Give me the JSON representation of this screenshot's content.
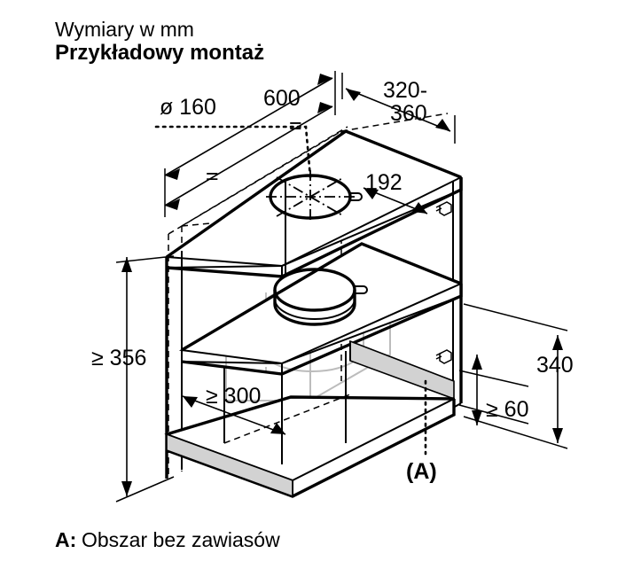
{
  "header": {
    "line1": "Wymiary w mm",
    "line2": "Przykładowy montaż"
  },
  "dimensions": {
    "diameter": "ø 160",
    "width": "600",
    "depth": "320-\n360",
    "depth_line1": "320-",
    "depth_line2": "360",
    "duct_offset": "192",
    "height_min": "≥ 356",
    "opening_min": "≥ 300",
    "bottom_height": "340",
    "gap_min": "≥ 60",
    "equal_mark_1": "=",
    "equal_mark_2": "="
  },
  "callouts": {
    "area_marker": "(A)"
  },
  "legend": {
    "key": "A:",
    "text": "Obszar bez zawiasów"
  },
  "icons": {
    "hinge_upper": "hinge-icon",
    "hinge_lower": "hinge-icon"
  },
  "colors": {
    "line": "#000000",
    "shaded_area": "#d2d2d2",
    "ghost_line": "#bcbcbc",
    "background": "#ffffff"
  }
}
